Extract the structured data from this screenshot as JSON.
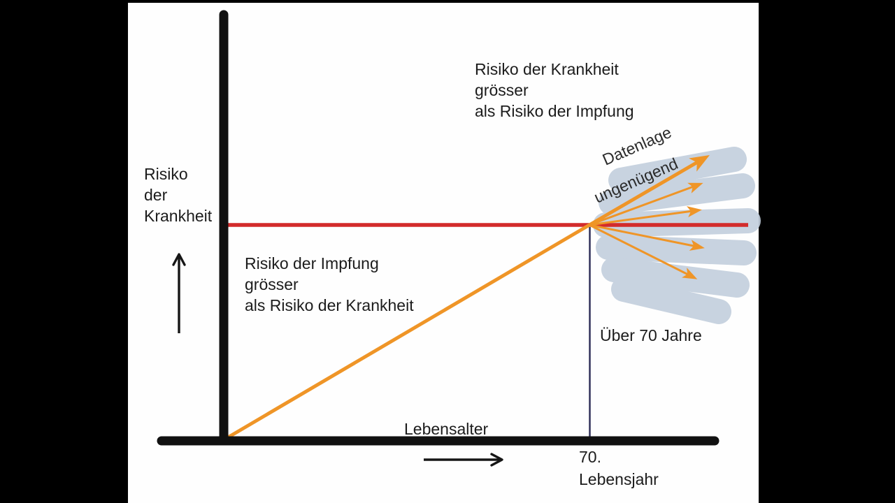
{
  "colors": {
    "letterbox": "#000000",
    "canvas": "#fefefe",
    "axis": "#111111",
    "disease_risk_line": "#d32b2b",
    "vaccine_risk_line": "#ef9527",
    "uncertainty_cloud": "#c3cfdd",
    "age_marker_line": "#30305a",
    "text": "#1c1c1c"
  },
  "labels": {
    "y_axis": [
      "Risiko",
      "der",
      "Krankheit"
    ],
    "x_axis": "Lebensalter",
    "region_disease_greater": [
      "Risiko der Krankheit",
      "grösser",
      "als Risiko der Impfung"
    ],
    "region_vaccine_greater": [
      "Risiko der Impfung",
      "grösser",
      "als Risiko der Krankheit"
    ],
    "uncertainty": [
      "Datenlage",
      "ungenügend"
    ],
    "over_70": "Über 70 Jahre",
    "age_70_marker": [
      "70.",
      "Lebensjahr"
    ]
  },
  "chart_data": {
    "type": "line",
    "title": "",
    "xlabel": "Lebensalter",
    "ylabel": "Risiko der Krankheit",
    "grid": false,
    "legend": "none",
    "axis_style": "schematic, unlabeled ticks, thick black axes with arrows",
    "series": [
      {
        "name": "Risiko der Krankheit",
        "color": "#d32b2b",
        "shape": "horizontal-constant",
        "x_rel": [
          0.0,
          1.0
        ],
        "y_rel": [
          0.5,
          0.5
        ]
      },
      {
        "name": "Risiko der Impfung",
        "color": "#ef9527",
        "shape": "linear-rising",
        "x_rel": [
          0.0,
          0.74
        ],
        "y_rel": [
          0.0,
          0.5
        ]
      }
    ],
    "crossover": {
      "x_rel": 0.74,
      "x_label": "70. Lebensjahr",
      "marker": "thin dark vertical line down to x-axis",
      "right_side_annotation": "Über 70 Jahre"
    },
    "uncertainty_fan": {
      "label": "Datenlage ungenügend",
      "origin": "crossover point",
      "arrows": 5,
      "description": "orange arrows fanning up-right to down-right over a light blue highlighter cloud"
    },
    "regions": [
      {
        "position": "upper right, above red line",
        "text": "Risiko der Krankheit grösser als Risiko der Impfung"
      },
      {
        "position": "left, below red line above orange line",
        "text": "Risiko der Impfung grösser als Risiko der Krankheit"
      }
    ]
  }
}
